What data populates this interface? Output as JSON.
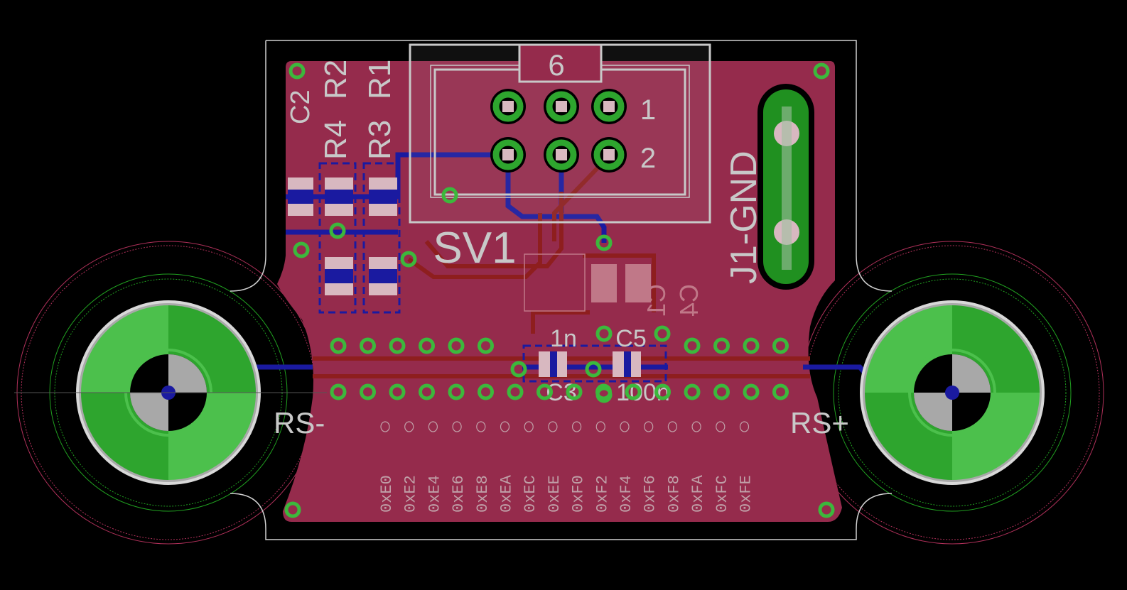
{
  "colors": {
    "background": "#000000",
    "board": "#952B4C",
    "pad": "#2ea52e",
    "bottom_trace": "#1a1aa0",
    "top_trace": "#8e1e1e",
    "silk": "#c8c8c8"
  },
  "header_labels": {
    "pin_count": "6",
    "row1": "1",
    "row2": "2",
    "connector": "SV1"
  },
  "component_labels": {
    "c2": "C2",
    "r4": "R4",
    "r2": "R2",
    "r3": "R3",
    "r1": "R1",
    "c1": "C1",
    "c4": "C4",
    "c3": "C3",
    "c5": "C5",
    "c3_value": "1n",
    "c5_value": "100n",
    "j1": "J1-GND",
    "rs_minus": "RS-",
    "rs_plus": "RS+"
  },
  "address_labels": [
    "0xE0",
    "0xE2",
    "0xE4",
    "0xE6",
    "0xE8",
    "0xEA",
    "0xEC",
    "0xEE",
    "0xF0",
    "0xF2",
    "0xF4",
    "0xF6",
    "0xF8",
    "0xFA",
    "0xFC",
    "0xFE"
  ]
}
